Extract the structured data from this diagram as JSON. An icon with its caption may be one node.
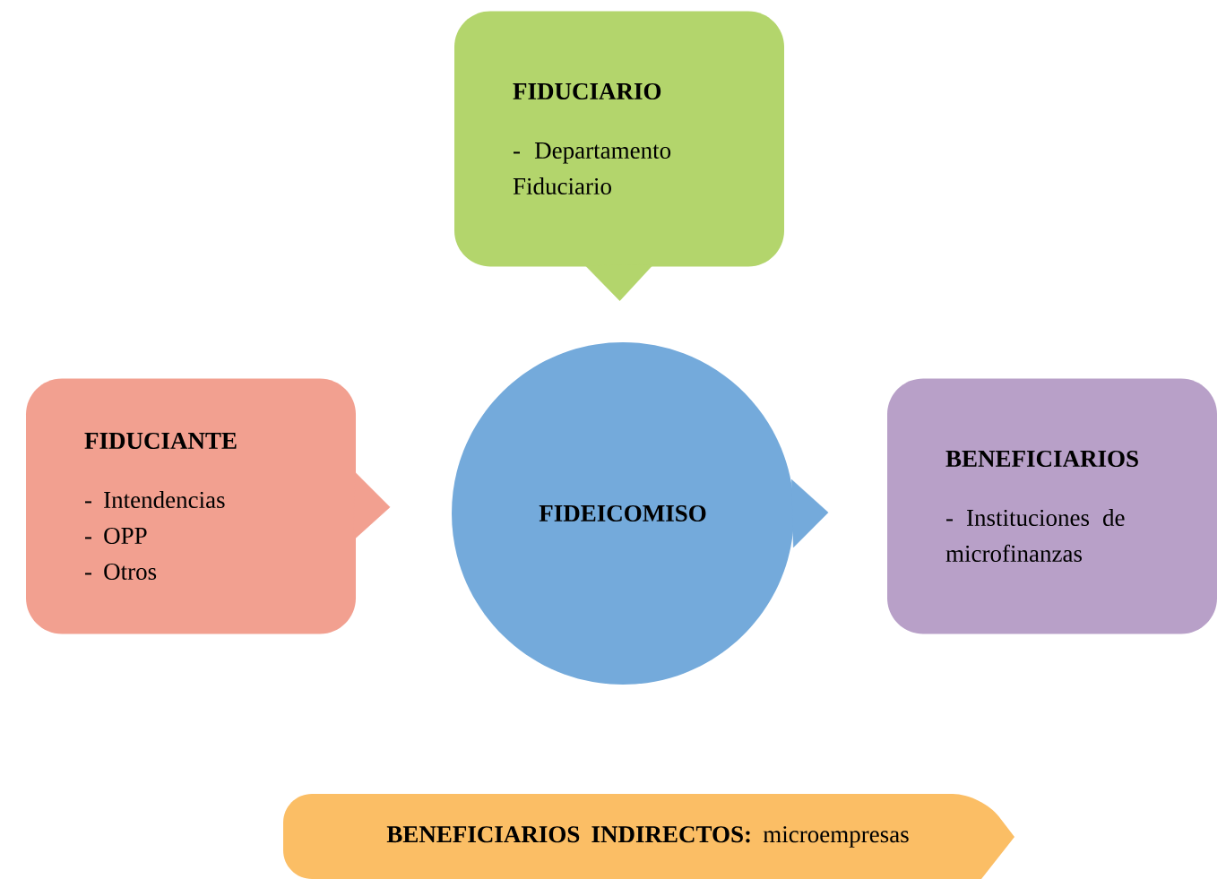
{
  "diagram": {
    "nodes": [
      {
        "text": [
          "FIDUCIARIO",
          "- Departamento Fiduciario"
        ]
      },
      {
        "text": [
          "FIDUCIANTE",
          "- Intendencias",
          "- OPP",
          "- Otros"
        ]
      },
      {
        "text": [
          "FIDEICOMISO"
        ]
      },
      {
        "text": [
          "BENEFICIARIOS",
          "- Instituciones de microfinanzas"
        ]
      },
      {
        "text": [
          "**BENEFICIARIOS INDIRECTOS:** microempresas"
        ]
      }
    ],
    "edges": [
      {
        "from": 0,
        "to": 2,
        "arrow": "to"
      },
      {
        "from": 1,
        "to": 2,
        "arrow": "to"
      },
      {
        "from": 2,
        "to": 3,
        "arrow": "to"
      }
    ]
  }
}
